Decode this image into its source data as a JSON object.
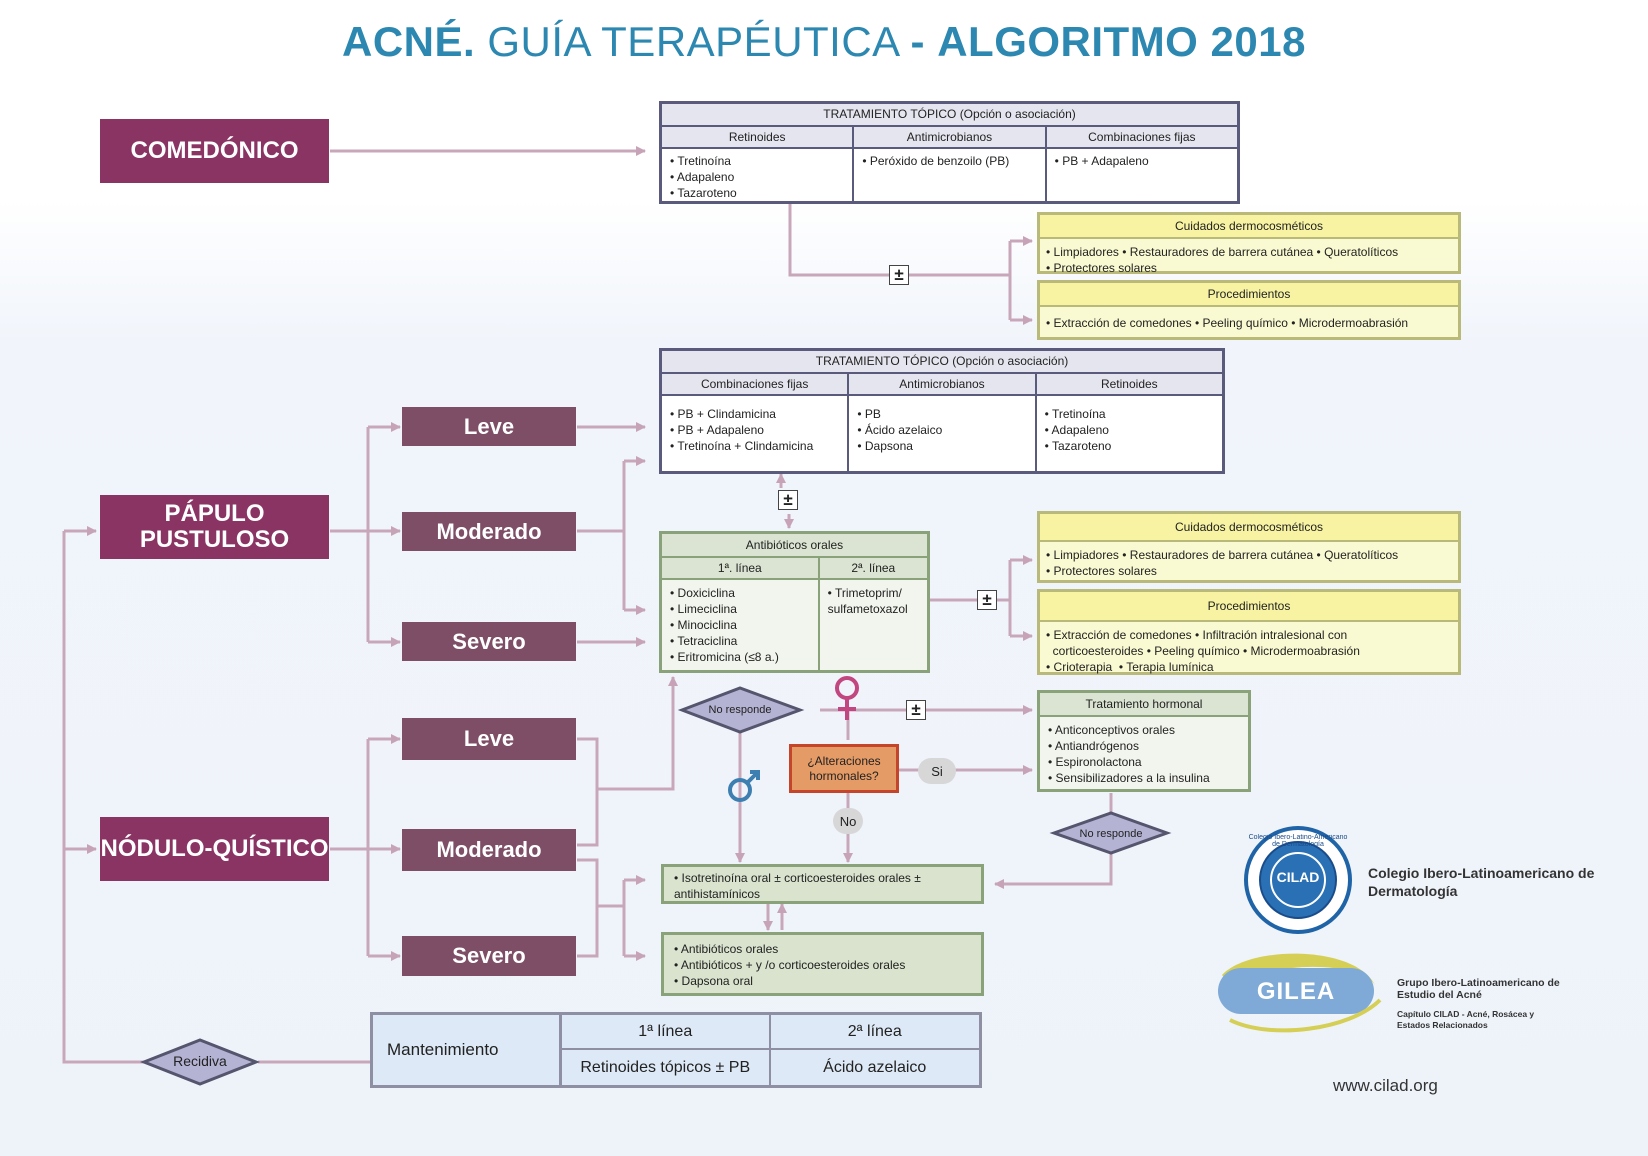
{
  "title": {
    "part1": "ACNÉ.",
    "part2": "GUÍA TERAPÉUTICA",
    "dash": "-",
    "part3": "ALGORITMO 2018"
  },
  "categories": {
    "comedonico": "COMEDÓNICO",
    "papulo": "PÁPULO\nPUSTULOSO",
    "nodulo": "NÓDULO-QUÍSTICO"
  },
  "severity": {
    "leve": "Leve",
    "moderado": "Moderado",
    "severo": "Severo"
  },
  "topico1": {
    "head": "TRATAMIENTO TÓPICO  (Opción o asociación)",
    "cols": [
      {
        "name": "Retinoides",
        "items": [
          "Tretinoína",
          "Adapaleno",
          "Tazaroteno"
        ]
      },
      {
        "name": "Antimicrobianos",
        "items": [
          "Peróxido de benzoilo (PB)"
        ]
      },
      {
        "name": "Combinaciones fijas",
        "items": [
          "PB + Adapaleno"
        ]
      }
    ]
  },
  "cuidados1": {
    "head": "Cuidados  dermocosméticos",
    "line1": "• Limpiadores • Restauradores de barrera cutánea • Queratolíticos",
    "line2": "• Protectores solares"
  },
  "proc1": {
    "head": "Procedimientos",
    "line1": "• Extracción de comedones • Peeling químico • Microdermoabrasión"
  },
  "topico2": {
    "head": "TRATAMIENTO TÓPICO  (Opción o asociación)",
    "cols": [
      {
        "name": "Combinaciones fijas",
        "items": [
          "PB + Clindamicina",
          "PB + Adapaleno",
          "Tretinoína + Clindamicina"
        ]
      },
      {
        "name": "Antimicrobianos",
        "items": [
          "PB",
          "Ácido azelaico",
          "Dapsona"
        ]
      },
      {
        "name": "Retinoides",
        "items": [
          "Tretinoína",
          "Adapaleno",
          "Tazaroteno"
        ]
      }
    ]
  },
  "antibioticos": {
    "head": "Antibióticos orales",
    "col1": {
      "name": "1ª. línea",
      "items": [
        "Doxiciclina",
        "Limeciclina",
        "Minociclina",
        "Tetraciclina",
        "Eritromicina (≤8 a.)"
      ]
    },
    "col2": {
      "name": "2ª. línea",
      "items": [
        "Trimetoprim/ sulfametoxazol"
      ]
    }
  },
  "cuidados2": {
    "head": "Cuidados  dermocosméticos",
    "line1": "• Limpiadores • Restauradores de barrera cutánea • Queratolíticos",
    "line2": "• Protectores solares"
  },
  "proc2": {
    "head": "Procedimientos",
    "line1": "• Extracción de comedones • Infiltración intralesional con",
    "line2": "  corticoesteroides • Peeling químico • Microdermoabrasión",
    "line3": "• Crioterapia  • Terapia lumínica"
  },
  "hormonal": {
    "head": "Tratamiento hormonal",
    "items": [
      "Anticonceptivos orales",
      "Antiandrógenos",
      "Espironolactona",
      "Sensibilizadores a la insulina"
    ]
  },
  "decisions": {
    "no_responde": "No responde",
    "alteraciones": "¿Alteraciones hormonales?",
    "si": "Si",
    "no": "No",
    "recidiva": "Recidiva"
  },
  "plus_minus": "±",
  "isotretinoina": {
    "items": [
      "Isotretinoína oral ± corticoesteroides orales ± antihistamínicos"
    ]
  },
  "antib2": {
    "items": [
      "Antibióticos orales",
      "Antibióticos + y /o corticoesteroides orales",
      "Dapsona oral"
    ]
  },
  "mantenimiento": {
    "label": "Mantenimiento",
    "h1": "1ª línea",
    "h2": "2ª línea",
    "v1": "Retinoides tópicos ± PB",
    "v2": "Ácido azelaico"
  },
  "orgs": {
    "cilad": "Colegio Ibero-Latinoamericano de Dermatología",
    "cilad_seal": "Colegio Ibero-Latino-Americano de Dermatología",
    "cilad_letters": "CILAD",
    "gilea_logo": "GILEA",
    "gilea_name": "Grupo Ibero-Latinoamericano de Estudio del Acné",
    "gilea_sub": "Capítulo CILAD - Acné, Rosácea y Estados Relacionados"
  },
  "url": "www.cilad.org",
  "colors": {
    "title": "#2c88b1",
    "category": "#8a3464",
    "severity": "#7d4e66",
    "arrow": "#c7a3b8",
    "female": "#c2467f",
    "male": "#3d7fb0"
  }
}
